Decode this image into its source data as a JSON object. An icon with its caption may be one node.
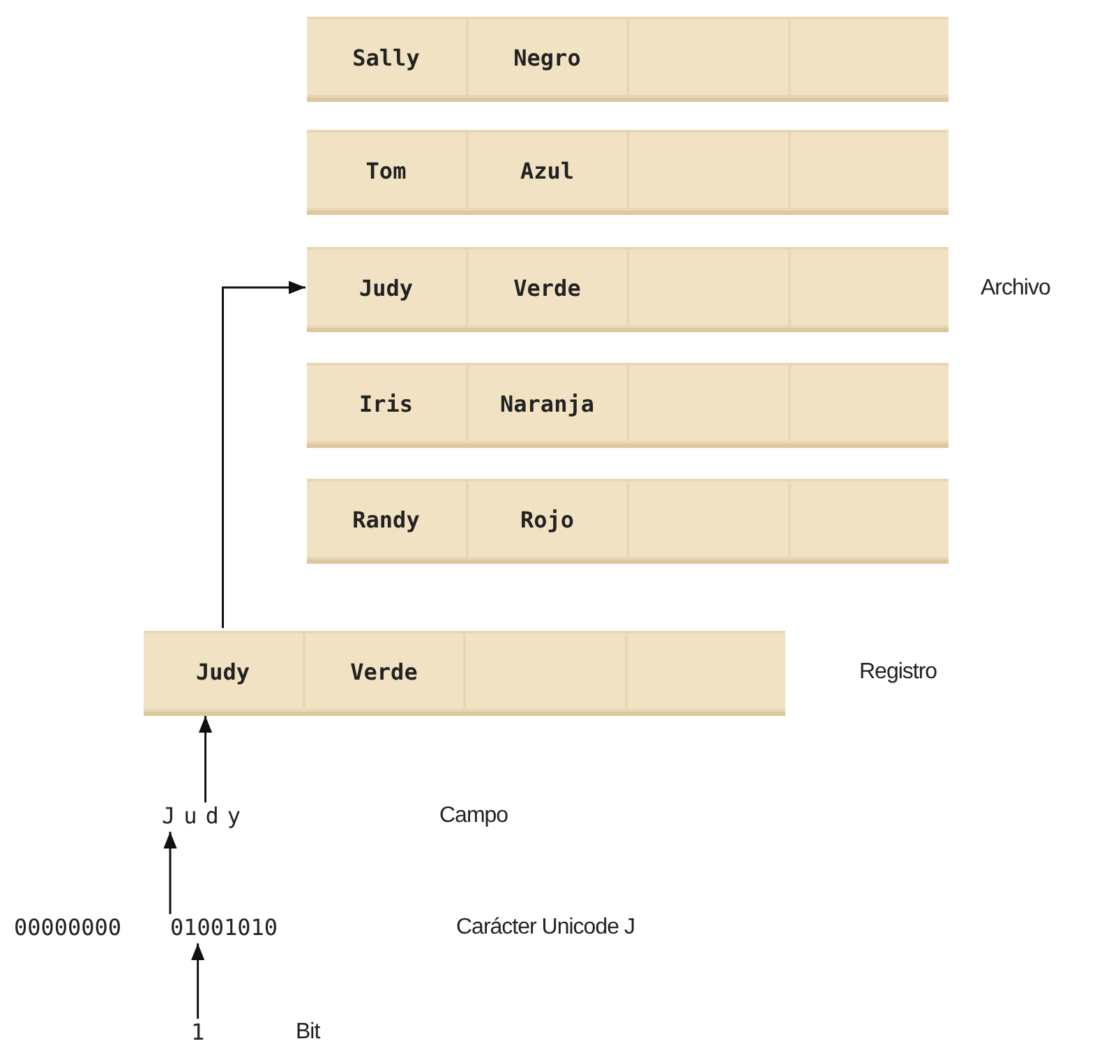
{
  "diagram": {
    "nodes": [
      {
        "text": [
          "Sally",
          "Negro"
        ]
      },
      {
        "text": [
          "Tom",
          "Azul"
        ]
      },
      {
        "text": [
          "Judy",
          "Verde"
        ]
      },
      {
        "text": [
          "Iris",
          "Naranja"
        ]
      },
      {
        "text": [
          "Randy",
          "Rojo"
        ]
      },
      {
        "text": [
          "Judy",
          "Verde"
        ]
      },
      {
        "text": [
          "Judy"
        ]
      },
      {
        "text": [
          "01001010"
        ]
      },
      {
        "text": [
          "1"
        ]
      }
    ],
    "edges": [
      {
        "from": 5,
        "to": 2,
        "arrow": "to"
      },
      {
        "from": 6,
        "to": 5,
        "arrow": "to"
      },
      {
        "from": 7,
        "to": 6,
        "arrow": "to"
      },
      {
        "from": 8,
        "to": 7,
        "arrow": "to"
      }
    ],
    "labels": [
      "Archivo",
      "Registro",
      "Campo",
      "00000000",
      "Carácter Unicode J",
      "Bit"
    ]
  }
}
